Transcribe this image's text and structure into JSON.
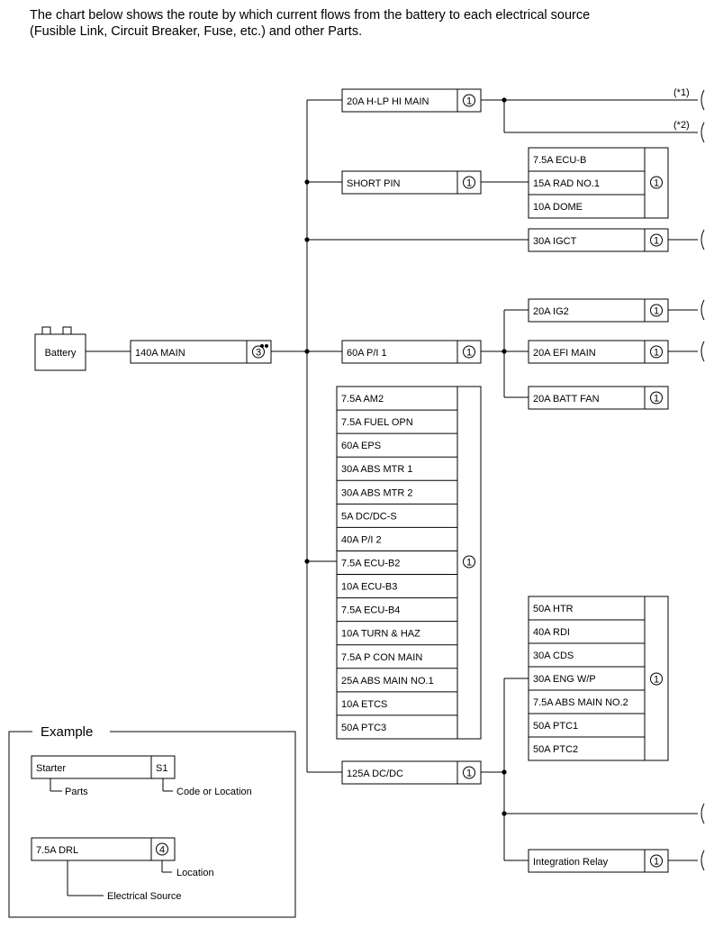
{
  "intro": {
    "line1": "The chart below shows the route by which current flows from the battery to each electrical source",
    "line2": "(Fusible Link, Circuit Breaker, Fuse, etc.) and other Parts."
  },
  "battery": "Battery",
  "main_fuse": {
    "label": "140A MAIN",
    "location": "3"
  },
  "branches": {
    "hlp": {
      "label": "20A H-LP HI MAIN",
      "location": "1",
      "notes": [
        "(*1)",
        "(*2)"
      ]
    },
    "short_pin": {
      "label": "SHORT PIN",
      "location": "1",
      "group": [
        "7.5A ECU-B",
        "15A RAD NO.1",
        "10A DOME"
      ],
      "group_location": "1"
    },
    "igct": {
      "label": "30A IGCT",
      "location": "1"
    },
    "pi1": {
      "label": "60A P/I 1",
      "location": "1",
      "children": [
        {
          "label": "20A IG2",
          "location": "1"
        },
        {
          "label": "20A EFI MAIN",
          "location": "1"
        },
        {
          "label": "20A BATT FAN",
          "location": "1"
        }
      ]
    },
    "group_big": {
      "items": [
        "7.5A AM2",
        "7.5A FUEL OPN",
        "60A EPS",
        "30A ABS MTR 1",
        "30A ABS MTR 2",
        "5A DC/DC-S",
        "40A P/I 2",
        "7.5A ECU-B2",
        "10A ECU-B3",
        "7.5A ECU-B4",
        "10A TURN & HAZ",
        "7.5A P CON MAIN",
        "25A ABS MAIN NO.1",
        "10A ETCS",
        "50A PTC3"
      ],
      "location": "1"
    },
    "dcdc": {
      "label": "125A DC/DC",
      "location": "1",
      "group": [
        "50A HTR",
        "40A RDI",
        "30A CDS",
        "30A ENG W/P",
        "7.5A ABS MAIN NO.2",
        "50A PTC1",
        "50A PTC2"
      ],
      "group_location": "1",
      "relay": {
        "label": "Integration Relay",
        "location": "1"
      }
    }
  },
  "example": {
    "title": "Example",
    "part_label": "Starter",
    "part_code": "S1",
    "parts_caption": "Parts",
    "code_caption": "Code or Location",
    "source_label": "7.5A DRL",
    "source_location": "4",
    "location_caption": "Location",
    "source_caption": "Electrical Source"
  }
}
